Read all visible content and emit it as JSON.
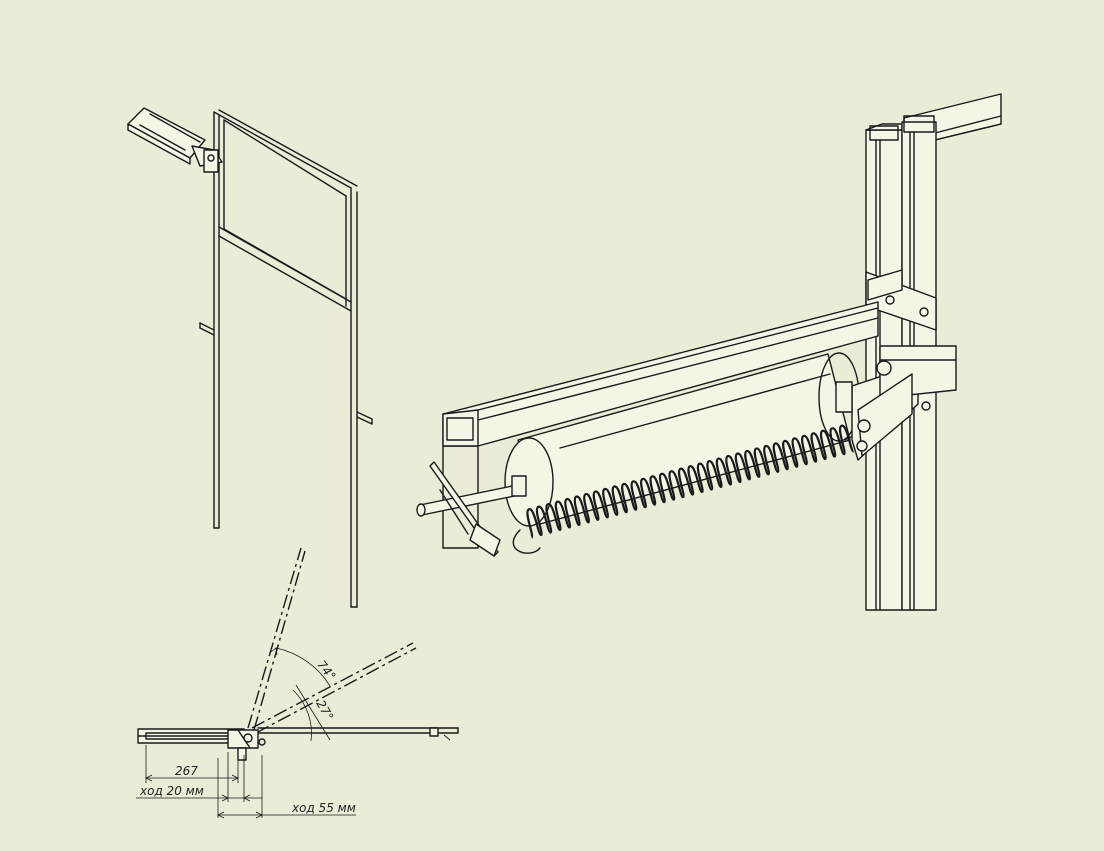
{
  "colors": {
    "background": "#ECEBD7",
    "line": "#1a1a1a",
    "part_fill": "#F6F4E4"
  },
  "dimensions": {
    "angle_large": "74°",
    "angle_small": "27°",
    "length_267": "267",
    "stroke_20": "ход 20 мм",
    "stroke_55": "ход 55 мм"
  }
}
